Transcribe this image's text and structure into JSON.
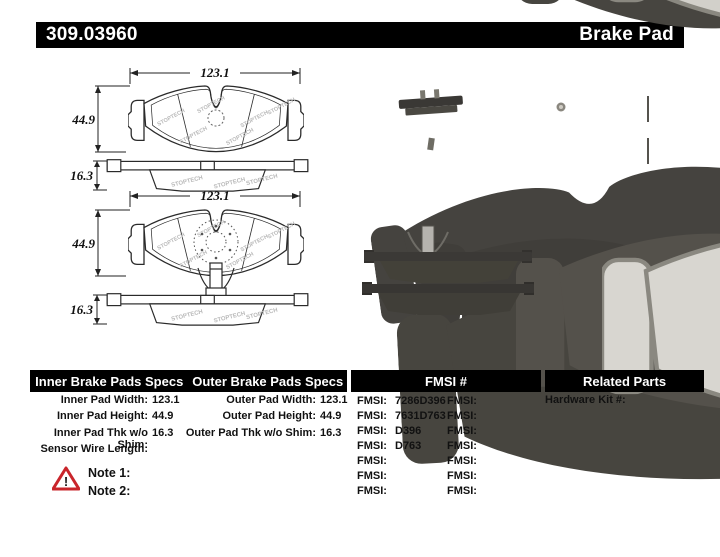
{
  "header": {
    "part_number": "309.03960",
    "product_type": "Brake Pad"
  },
  "diagrams": {
    "watermark": "STOPTECH",
    "inner": {
      "width": "123.1",
      "height": "44.9",
      "thickness": "16.3"
    },
    "outer": {
      "width": "123.1",
      "height": "44.9",
      "thickness": "16.3"
    }
  },
  "table": {
    "headers": {
      "inner": "Inner Brake Pads Specs",
      "outer": "Outer Brake Pads Specs",
      "fmsi": "FMSI #",
      "related": "Related Parts"
    },
    "inner_rows": [
      {
        "label": "Inner Pad Width:",
        "value": "123.1"
      },
      {
        "label": "Inner Pad Height:",
        "value": "44.9"
      },
      {
        "label": "Inner Pad Thk w/o Shim:",
        "value": "16.3"
      },
      {
        "label": "Sensor Wire Length:",
        "value": ""
      }
    ],
    "outer_rows": [
      {
        "label": "Outer Pad Width:",
        "value": "123.1"
      },
      {
        "label": "Outer Pad Height:",
        "value": "44.9"
      },
      {
        "label": "Outer Pad Thk w/o Shim:",
        "value": "16.3"
      }
    ],
    "fmsi_left": [
      {
        "label": "FMSI:",
        "value": "7286D396"
      },
      {
        "label": "FMSI:",
        "value": "7631D763"
      },
      {
        "label": "FMSI:",
        "value": "D396"
      },
      {
        "label": "FMSI:",
        "value": "D763"
      },
      {
        "label": "FMSI:",
        "value": ""
      },
      {
        "label": "FMSI:",
        "value": ""
      },
      {
        "label": "FMSI:",
        "value": ""
      }
    ],
    "fmsi_right": [
      {
        "label": "FMSI:",
        "value": ""
      },
      {
        "label": "FMSI:",
        "value": ""
      },
      {
        "label": "FMSI:",
        "value": ""
      },
      {
        "label": "FMSI:",
        "value": ""
      },
      {
        "label": "FMSI:",
        "value": ""
      },
      {
        "label": "FMSI:",
        "value": ""
      },
      {
        "label": "FMSI:",
        "value": ""
      }
    ],
    "related_rows": [
      {
        "label": "Hardware Kit #:",
        "value": ""
      }
    ]
  },
  "notes": {
    "note1": "Note 1:",
    "note2": "Note 2:"
  },
  "colors": {
    "bar_bg": "#000000",
    "bar_text": "#ffffff",
    "warning": "#c9252b"
  }
}
